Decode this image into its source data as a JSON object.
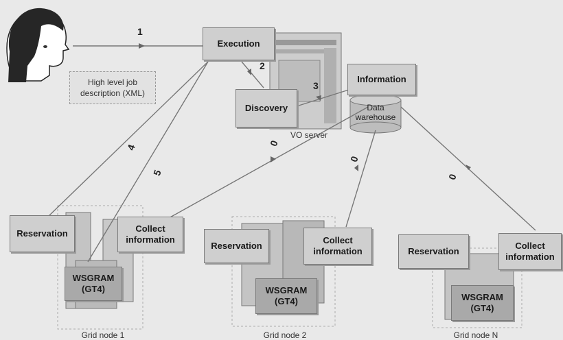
{
  "note": {
    "line1": "High level job",
    "line2": "description (XML)"
  },
  "server": {
    "execution": "Execution",
    "discovery": "Discovery",
    "information": "Information",
    "warehouse_line1": "Data",
    "warehouse_line2": "warehouse",
    "label": "VO server"
  },
  "steps": {
    "s1": "1",
    "s2": "2",
    "s3": "3",
    "s4": "4",
    "s5": "5",
    "s0a": "0",
    "s0b": "0",
    "s0c": "0"
  },
  "nodes": [
    {
      "reservation": "Reservation",
      "collect1": "Collect",
      "collect2": "information",
      "wsgram1": "WSGRAM",
      "wsgram2": "(GT4)",
      "label": "Grid node 1"
    },
    {
      "reservation": "Reservation",
      "collect1": "Collect",
      "collect2": "information",
      "wsgram1": "WSGRAM",
      "wsgram2": "(GT4)",
      "label": "Grid node 2"
    },
    {
      "reservation": "Reservation",
      "collect1": "Collect",
      "collect2": "information",
      "wsgram1": "WSGRAM",
      "wsgram2": "(GT4)",
      "label": "Grid node N"
    }
  ]
}
